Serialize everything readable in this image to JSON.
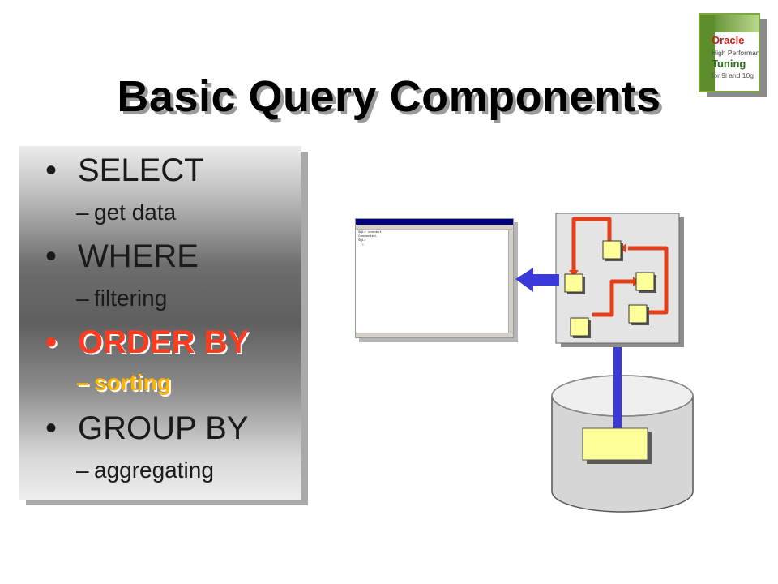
{
  "slide": {
    "title": "Basic Query Components"
  },
  "book": {
    "brand": "Oracle",
    "line1": "High Performance",
    "line2": "Tuning",
    "line3": "for 9i and 10g"
  },
  "bullets": [
    {
      "keyword": "SELECT",
      "description": "get data",
      "highlighted": false
    },
    {
      "keyword": "WHERE",
      "description": "filtering",
      "highlighted": false
    },
    {
      "keyword": "ORDER BY",
      "description": "sorting",
      "highlighted": true
    },
    {
      "keyword": "GROUP BY",
      "description": "aggregating",
      "highlighted": false
    }
  ],
  "colors": {
    "highlight_keyword": "#ff3b1f",
    "highlight_description": "#ffb400",
    "arrow_blue": "#3a3ad8",
    "flow_red": "#e2401b",
    "node_yellow": "#ffff99"
  },
  "icons": {
    "sql_window": "sqlplus-window-icon",
    "engine": "query-processing-icon",
    "database": "database-cylinder-icon"
  }
}
